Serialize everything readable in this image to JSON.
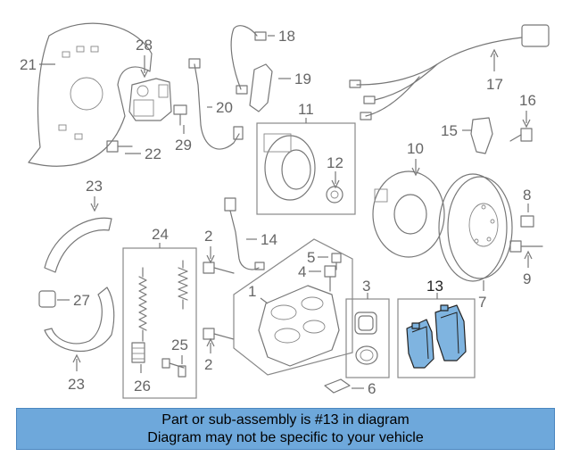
{
  "banner": {
    "line1": "Part or sub-assembly is #13 in diagram",
    "line2": "Diagram may not be specific to your vehicle"
  },
  "callouts": {
    "c1": "1",
    "c2a": "2",
    "c2b": "2",
    "c3": "3",
    "c4": "4",
    "c5": "5",
    "c6": "6",
    "c7": "7",
    "c8": "8",
    "c9": "9",
    "c10": "10",
    "c11": "11",
    "c12": "12",
    "c13": "13",
    "c14": "14",
    "c15": "15",
    "c16": "16",
    "c17": "17",
    "c18": "18",
    "c19": "19",
    "c20": "20",
    "c21": "21",
    "c22": "22",
    "c23a": "23",
    "c23b": "23",
    "c24": "24",
    "c25": "25",
    "c26": "26",
    "c27": "27",
    "c28": "28",
    "c29": "29"
  },
  "colors": {
    "highlight": "#7fb4e0",
    "banner": "#6ea8db",
    "line": "#777777"
  }
}
